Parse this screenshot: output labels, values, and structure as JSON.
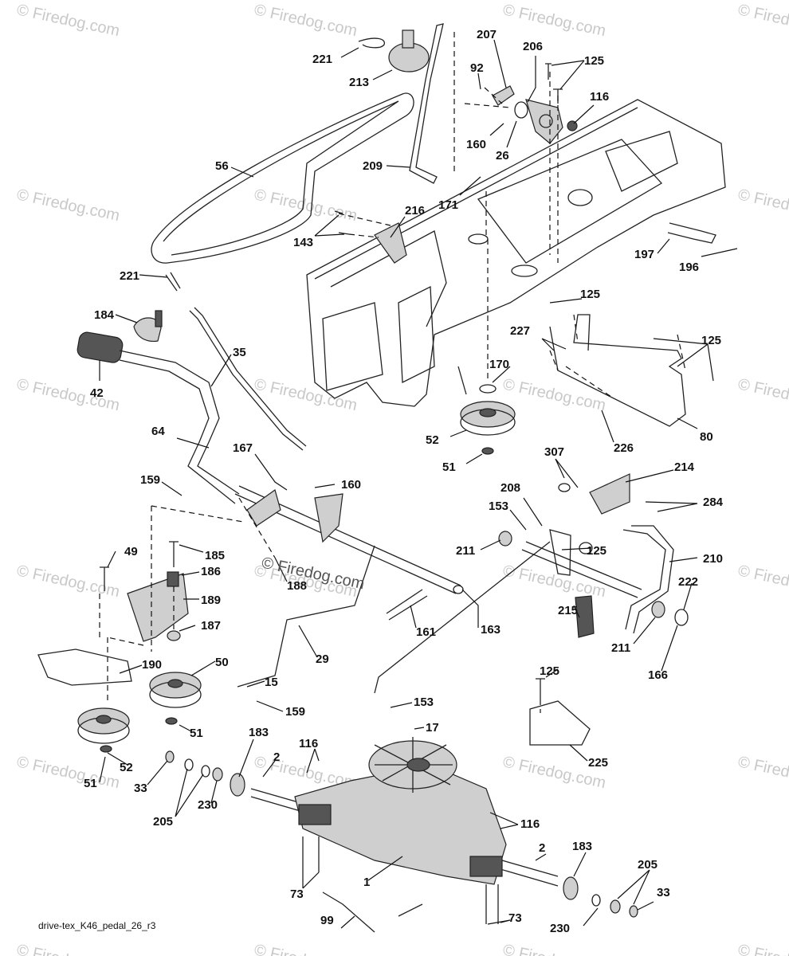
{
  "watermark": {
    "text": "© Firedog.com"
  },
  "center_mark": "© Firedog.com",
  "caption": "drive-tex_K46_pedal_26_r3",
  "callouts": [
    "221",
    "213",
    "207",
    "206",
    "125",
    "92",
    "116",
    "160",
    "26",
    "56",
    "209",
    "171",
    "216",
    "143",
    "197",
    "196",
    "221",
    "184",
    "35",
    "42",
    "125",
    "227",
    "125",
    "170",
    "80",
    "52",
    "226",
    "51",
    "64",
    "167",
    "160",
    "159",
    "307",
    "214",
    "284",
    "208",
    "153",
    "49",
    "185",
    "186",
    "189",
    "188",
    "211",
    "125",
    "210",
    "222",
    "161",
    "187",
    "215",
    "163",
    "211",
    "166",
    "190",
    "50",
    "29",
    "15",
    "159",
    "125",
    "153",
    "17",
    "51",
    "225",
    "183",
    "2",
    "116",
    "52",
    "51",
    "33",
    "205",
    "230",
    "116",
    "2",
    "183",
    "1",
    "73",
    "205",
    "33",
    "73",
    "230",
    "99"
  ]
}
